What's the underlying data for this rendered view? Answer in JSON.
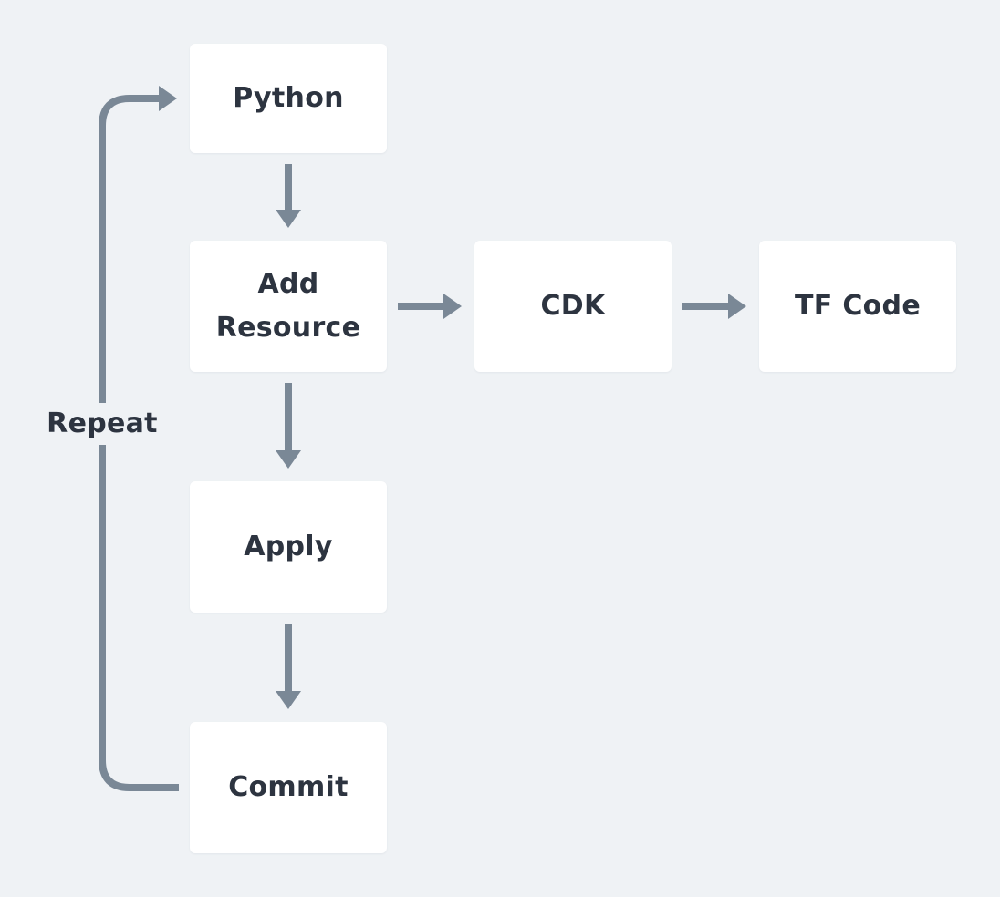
{
  "diagram": {
    "nodes": {
      "python": "Python",
      "add_resource": "Add\nResource",
      "cdk": "CDK",
      "tf_code": "TF Code",
      "apply": "Apply",
      "commit": "Commit"
    },
    "loop_label": "Repeat"
  },
  "colors": {
    "background": "#eff2f5",
    "node_fill": "#ffffff",
    "connector": "#7a8896",
    "text": "#2d3440"
  }
}
